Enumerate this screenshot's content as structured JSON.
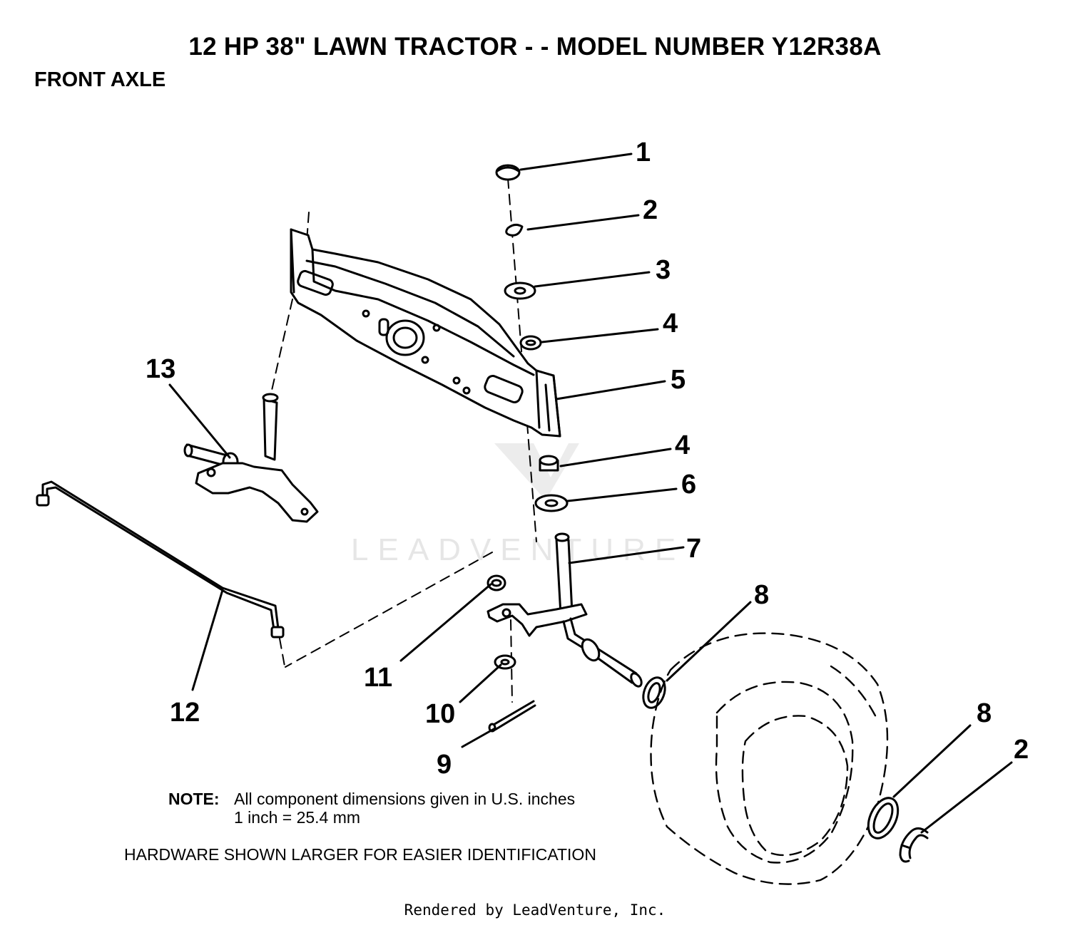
{
  "title": "12 HP 38\" LAWN TRACTOR - - MODEL NUMBER Y12R38A",
  "section": "FRONT AXLE",
  "watermark": "LEADVENTURE",
  "callouts": {
    "c1": "1",
    "c2a": "2",
    "c3": "3",
    "c4a": "4",
    "c5": "5",
    "c4b": "4",
    "c6": "6",
    "c7": "7",
    "c8a": "8",
    "c11": "11",
    "c10": "10",
    "c9": "9",
    "c12": "12",
    "c13": "13",
    "c8b": "8",
    "c2b": "2"
  },
  "note": {
    "label": "NOTE:",
    "line1": "All component dimensions given in U.S. inches",
    "line2": "1 inch = 25.4 mm"
  },
  "hardware_note": "HARDWARE SHOWN LARGER FOR EASIER IDENTIFICATION",
  "footer": "Rendered by LeadVenture, Inc."
}
